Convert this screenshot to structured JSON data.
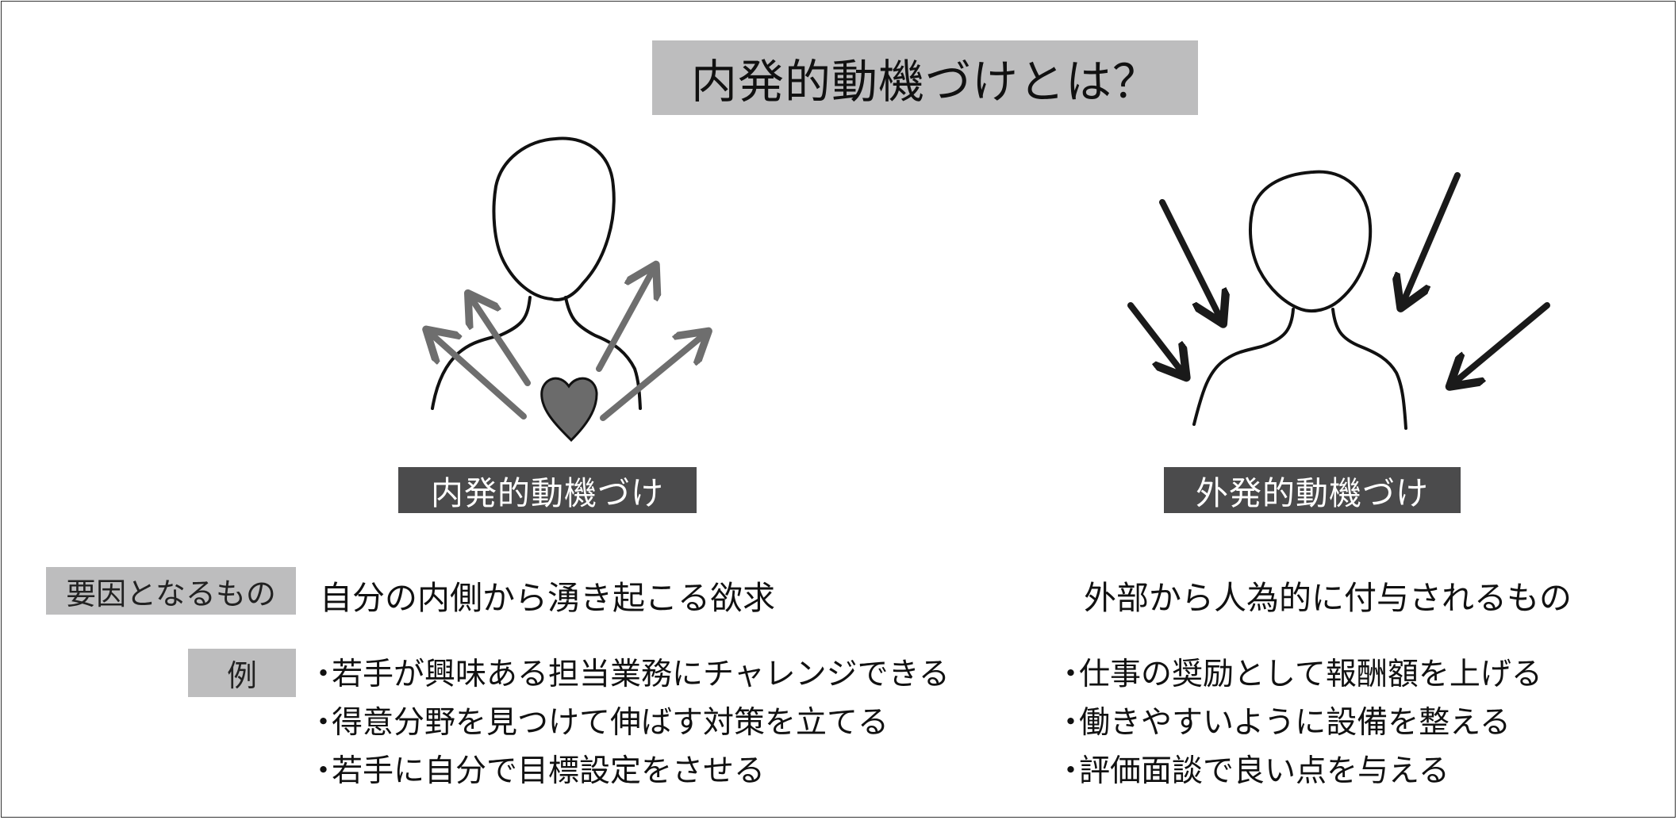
{
  "title": "内発的動機づけとは？",
  "left": {
    "label": "内発的動機づけ",
    "factor": "自分の内側から湧き起こる欲求",
    "examples": [
      "若手が興味ある担当業務にチャレンジできる",
      "得意分野を見つけて伸ばす対策を立てる",
      "若手に自分で目標設定をさせる"
    ]
  },
  "right": {
    "label": "外発的動機づけ",
    "factor": "外部から人為的に付与されるもの",
    "examples": [
      "仕事の奨励として報酬額を上げる",
      "働きやすいように設備を整える",
      "評価面談で良い点を与える"
    ]
  },
  "row_labels": {
    "factor": "要因となるもの",
    "example": "例"
  },
  "bullet": "・",
  "colors": {
    "title_bg": "#bdbdbe",
    "label_bg": "#4b4b4c",
    "heart": "#6b6b6b",
    "outward_arrow": "#6e6e6e",
    "inward_arrow": "#1a1a1a"
  },
  "icons": {
    "left_figure": "person-with-heart-outward-arrows",
    "right_figure": "person-with-inward-arrows"
  }
}
